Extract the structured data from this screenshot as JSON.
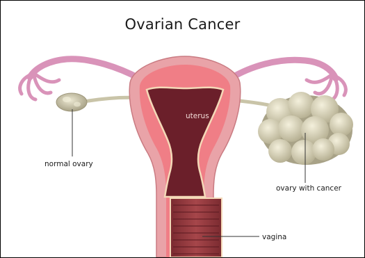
{
  "title": "Ovarian Cancer",
  "labels": {
    "uterus": "uterus",
    "normal_ovary": "normal ovary",
    "ovary_with_cancer": "ovary with cancer",
    "vagina": "vagina"
  },
  "colors": {
    "tube_pink": "#d993b9",
    "uterus_outer": "#e9a3a8",
    "uterus_inner": "#f07e86",
    "cavity": "#6b1f2a",
    "ovary": "#c9c4a8",
    "leader": "#333333"
  },
  "icons": [
    "diagram-illustration"
  ]
}
